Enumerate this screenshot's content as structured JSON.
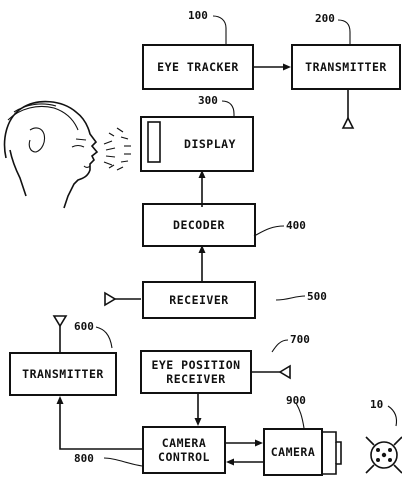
{
  "blocks": {
    "eye_tracker": "EYE TRACKER",
    "transmitter_top": "TRANSMITTER",
    "display": "DISPLAY",
    "decoder": "DECODER",
    "receiver": "RECEIVER",
    "transmitter_left": "TRANSMITTER",
    "eye_position_receiver_line1": "EYE POSITION",
    "eye_position_receiver_line2": "RECEIVER",
    "camera_control_line1": "CAMERA",
    "camera_control_line2": "CONTROL",
    "camera": "CAMERA"
  },
  "refs": {
    "eye_tracker": "100",
    "transmitter_top": "200",
    "display": "300",
    "decoder": "400",
    "receiver": "500",
    "transmitter_left": "600",
    "eye_position_receiver": "700",
    "camera_control": "800",
    "camera": "900",
    "ball_camera": "10"
  }
}
